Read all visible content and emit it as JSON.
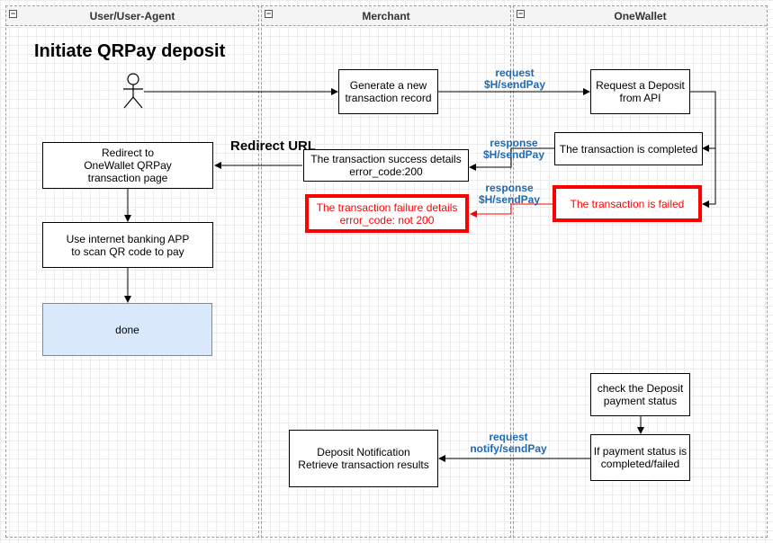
{
  "lanes": [
    {
      "title": "User/User-Agent"
    },
    {
      "title": "Merchant"
    },
    {
      "title": "OneWallet"
    }
  ],
  "diagram": {
    "title": "Initiate QRPay deposit",
    "redirect_label": "Redirect URL",
    "boxes": {
      "generate": "Generate a new\ntransaction record",
      "request_deposit": "Request a Deposit\nfrom API",
      "completed": "The transaction is completed",
      "failed": "The transaction is failed",
      "success_details": "The transaction success details\nerror_code:200",
      "failure_details": "The transaction failure details\nerror_code: not 200",
      "redirect": "Redirect to\nOneWallet QRPay\ntransaction page",
      "scan": "Use internet banking APP\nto scan QR code to pay",
      "done": "done",
      "check_status": "check the Deposit\npayment status",
      "if_status": "If payment status is\ncompleted/failed",
      "notification": "Deposit Notification\nRetrieve transaction results"
    },
    "edge_labels": {
      "request_sendpay": "request\n$H/sendPay",
      "response_success": "response\n$H/sendPay",
      "response_failure": "response\n$H/sendPay",
      "notify": "request\nnotify/sendPay"
    },
    "colors": {
      "label_blue": "#1e6ab4",
      "failure_red": "#ff0000",
      "done_fill": "#dae8fc",
      "done_stroke": "#6c8ebf"
    }
  }
}
